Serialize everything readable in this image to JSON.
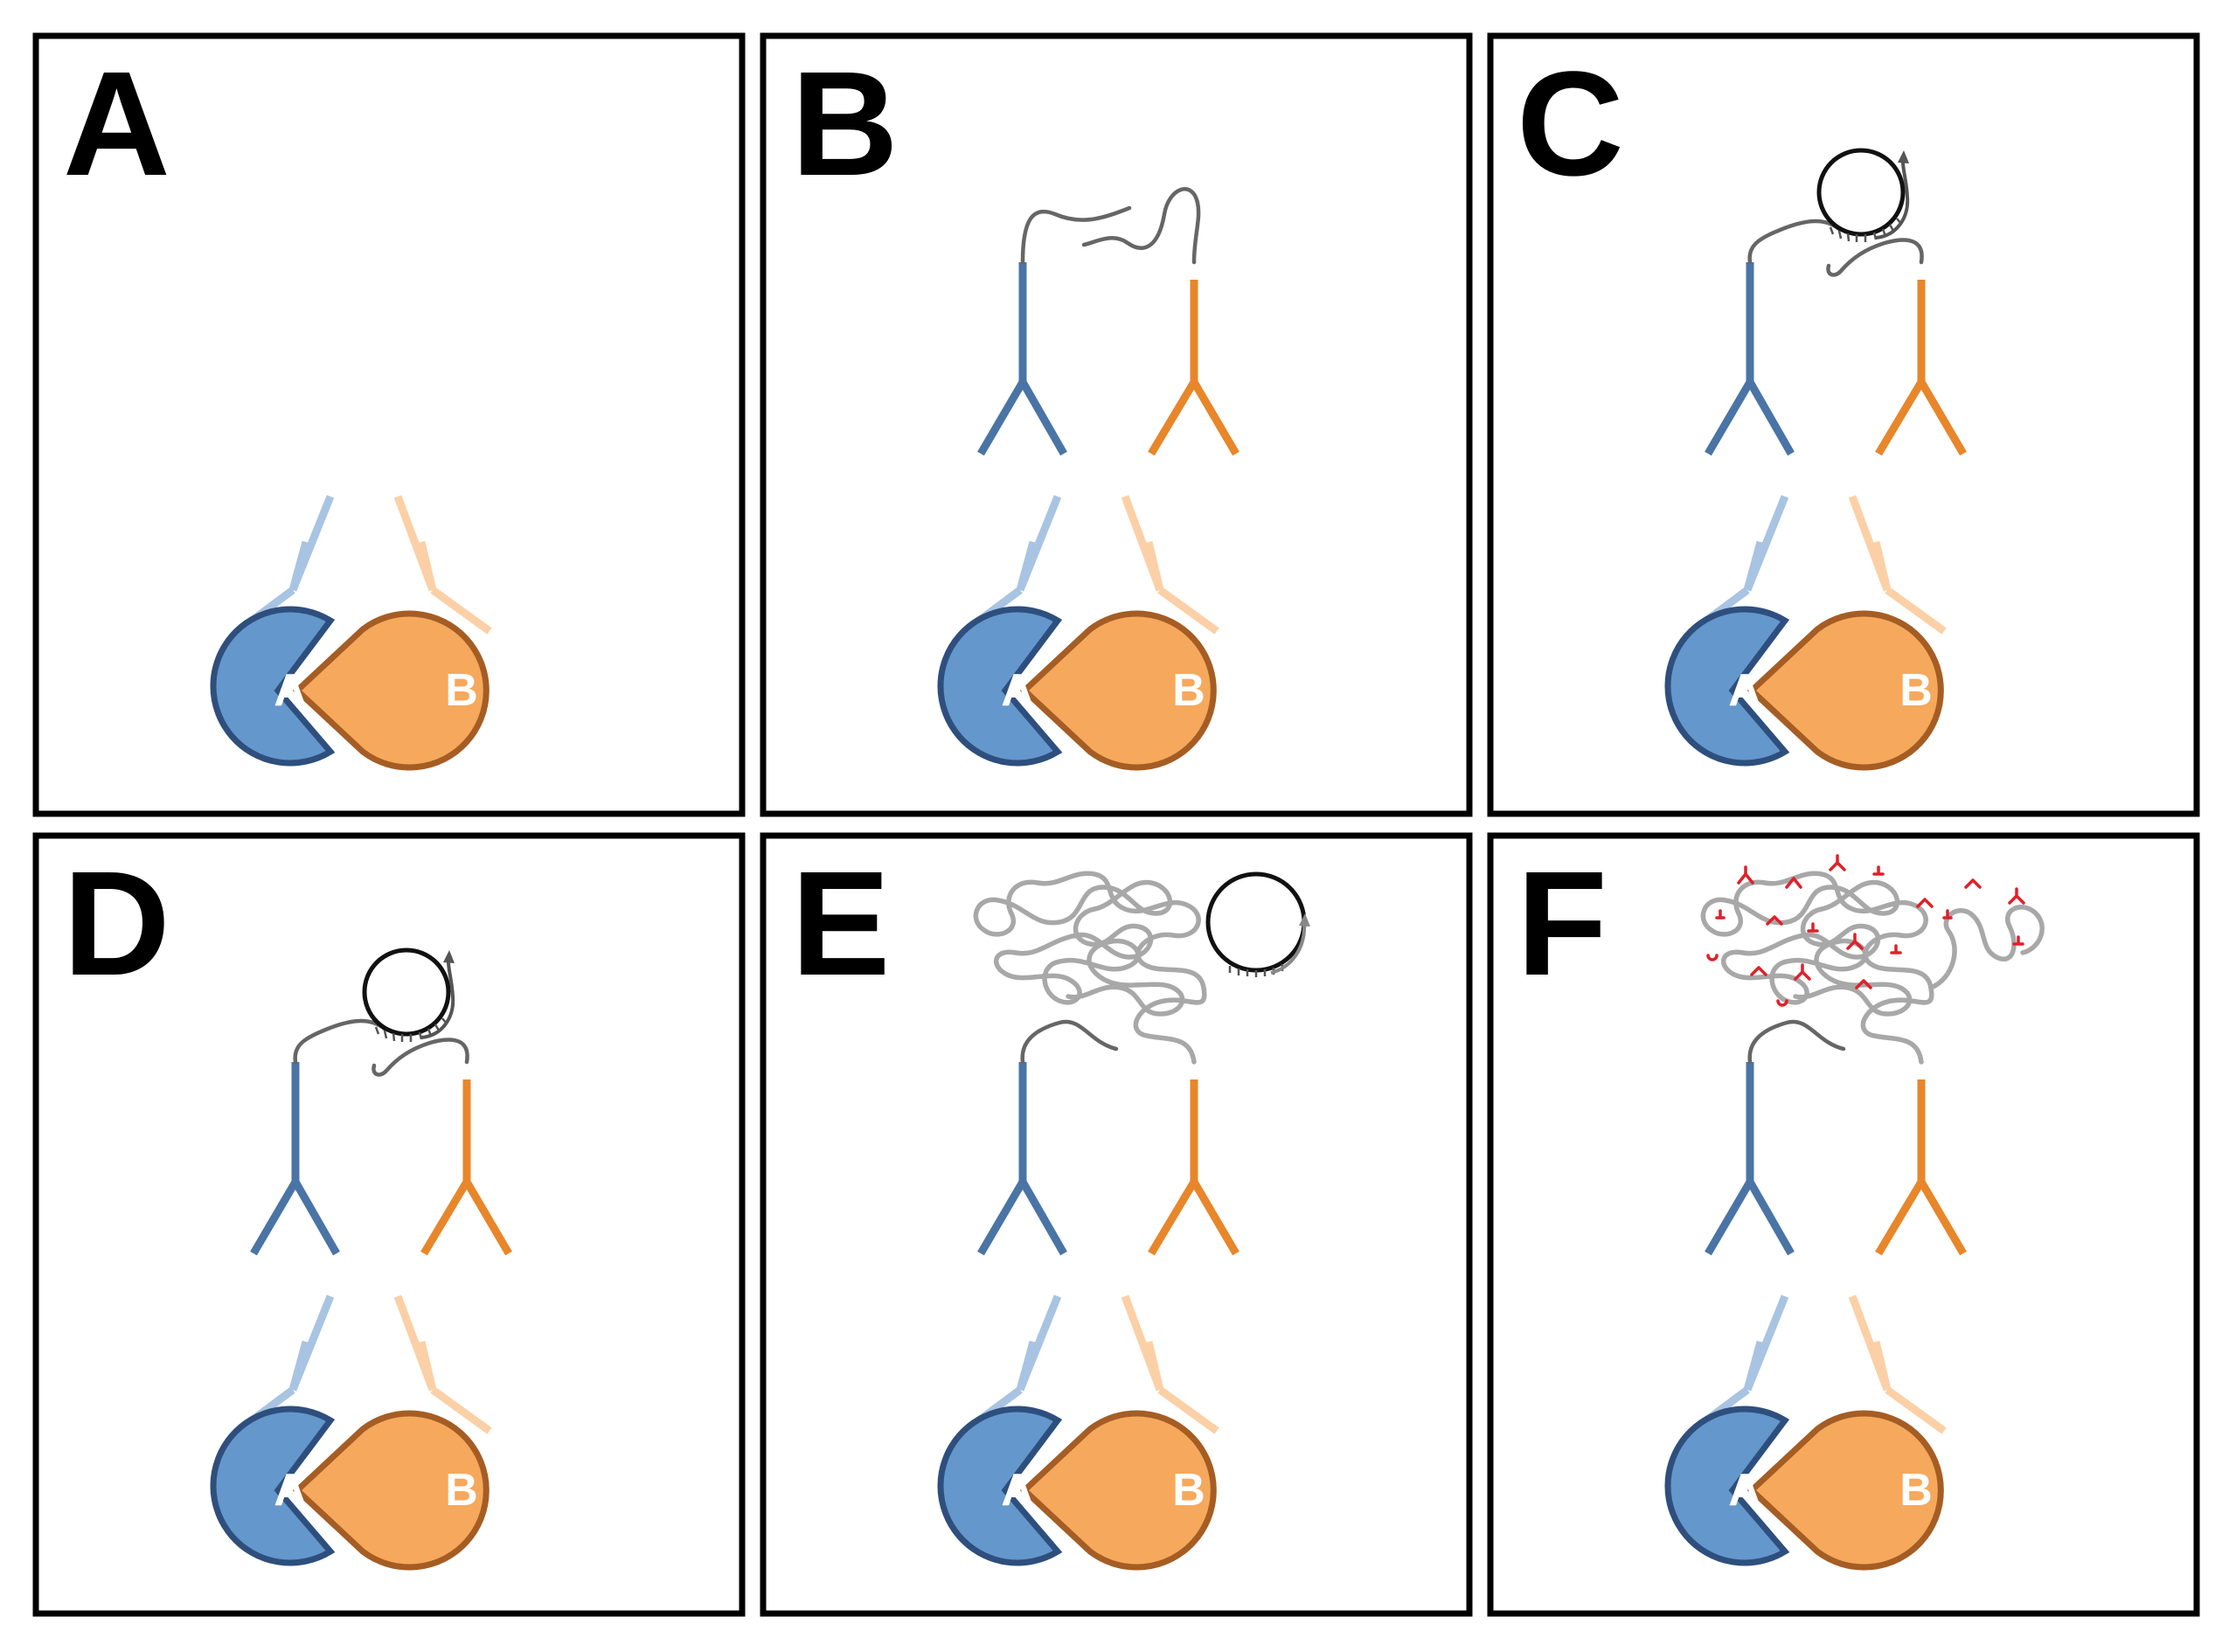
{
  "panels": [
    {
      "letter": "A",
      "protein_a_label": "A",
      "protein_b_label": "B"
    },
    {
      "letter": "B",
      "protein_a_label": "A",
      "protein_b_label": "B"
    },
    {
      "letter": "C",
      "protein_a_label": "A",
      "protein_b_label": "B"
    },
    {
      "letter": "D",
      "protein_a_label": "A",
      "protein_b_label": "B"
    },
    {
      "letter": "E",
      "protein_a_label": "A",
      "protein_b_label": "B"
    },
    {
      "letter": "F",
      "protein_a_label": "A",
      "protein_b_label": "B"
    }
  ],
  "colors": {
    "protein_a_fill": "#6497cc",
    "protein_a_stroke": "#2e4f7d",
    "protein_b_fill": "#f6a85c",
    "protein_b_stroke": "#a55d24",
    "primary_ab_a": "#a8c4e2",
    "primary_ab_b": "#fbd0a6",
    "secondary_ab_a": "#4a74a6",
    "secondary_ab_b": "#e8862a",
    "oligo": "#666666",
    "rca_product": "#a8a8a8",
    "detection_probe": "#e0202a"
  }
}
